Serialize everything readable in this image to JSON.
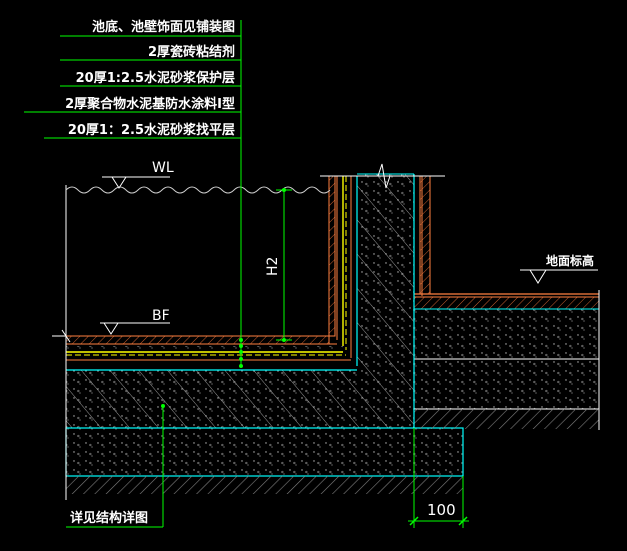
{
  "layers": {
    "l1": "池底、池壁饰面见铺装图",
    "l2": "2厚瓷砖粘结剂",
    "l3": "20厚1:2.5水泥砂浆保护层",
    "l4": "2厚聚合物水泥基防水涂料Ⅰ型",
    "l5": "20厚1：2.5水泥砂浆找平层"
  },
  "labels": {
    "water_level": "WL",
    "bottom": "BF",
    "height": "H2",
    "ground": "地面标高",
    "structure_note": "详见结构详图",
    "dimension": "100"
  },
  "colors": {
    "background": "#000000",
    "leader": "#00ff00",
    "concrete_outline": "#00ffff",
    "tile": "#ff8040",
    "waterproof": "#ffff00",
    "hatch": "#808080",
    "text": "#ffffff"
  }
}
